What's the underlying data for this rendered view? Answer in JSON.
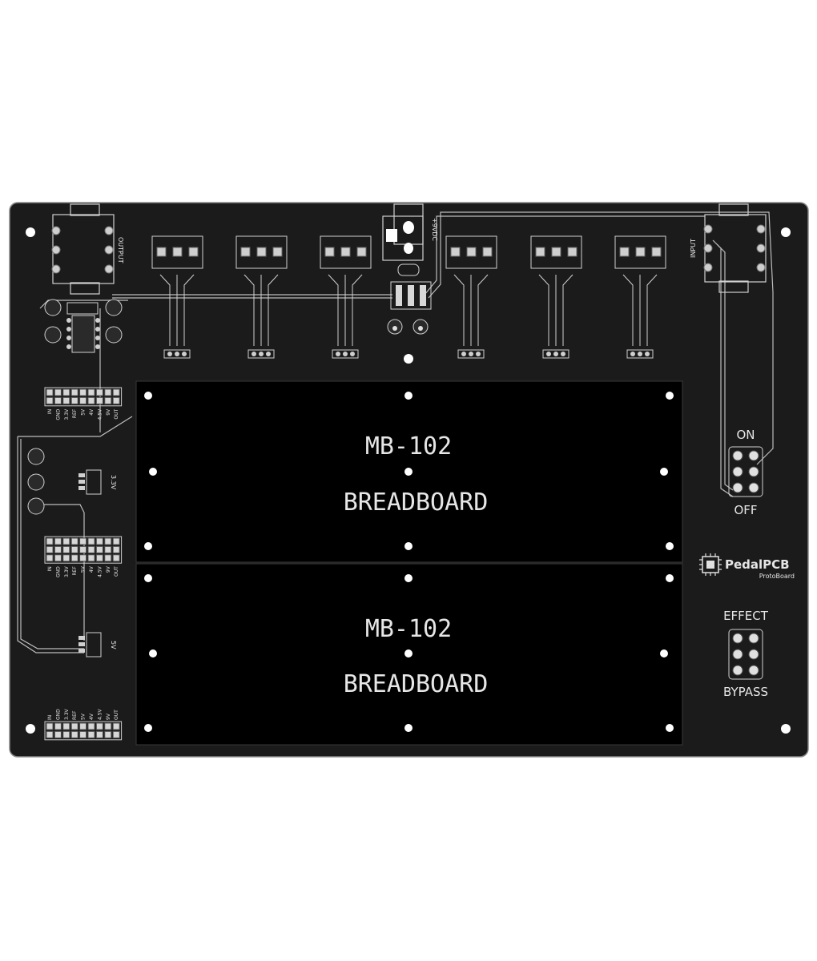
{
  "board": {
    "output_label": "OUTPUT",
    "input_label": "INPUT",
    "power_label": "+9VDC",
    "breadboards": [
      {
        "model": "MB-102",
        "name": "BREADBOARD"
      },
      {
        "model": "MB-102",
        "name": "BREADBOARD"
      }
    ],
    "switch_on_off": {
      "top": "ON",
      "bottom": "OFF"
    },
    "switch_effect": {
      "top": "EFFECT",
      "bottom": "BYPASS"
    },
    "brand": {
      "name": "PedalPCB",
      "product": "ProtoBoard"
    },
    "header_pins": [
      "IN",
      "GND",
      "3.3V",
      "REF",
      "5V",
      "4V",
      "4.5V",
      "9V",
      "OUT"
    ],
    "regulators": [
      {
        "voltage": "3.3V"
      },
      {
        "voltage": "5V"
      }
    ],
    "colors": {
      "board": "#1a1a1a",
      "silkscreen": "#e6e6e6",
      "breadboard": "#000000"
    }
  }
}
